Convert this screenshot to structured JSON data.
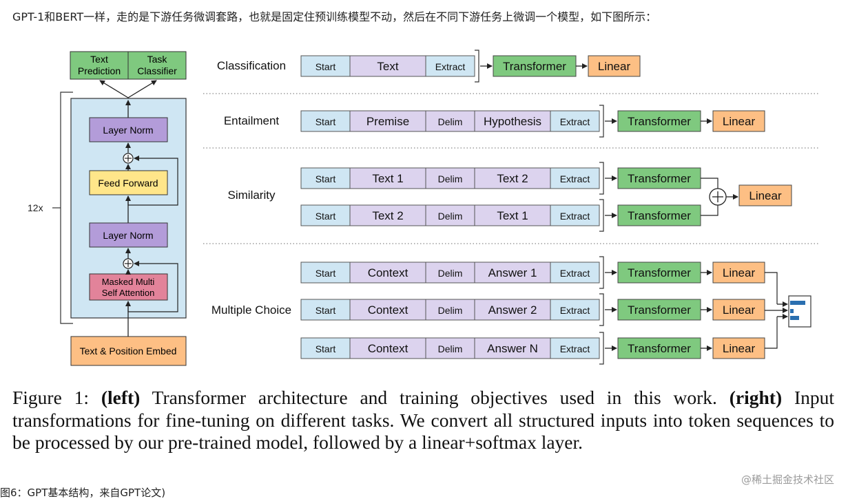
{
  "intro_text": "GPT-1和BERT一样，走的是下游任务微调套路，也就是固定住预训练模型不动，然后在不同下游任务上微调一个模型，如下图所示：",
  "figure_label": "图6：GPT基本结构，来自GPT论文)",
  "watermark": "@稀土掘金技术社区",
  "caption": {
    "figure_no": "Figure 1:",
    "left_bold": "(left)",
    "left_text": "Transformer architecture and training objectives used in this work.",
    "right_bold": "(right)",
    "right_text": "Input transformations for fine-tuning on different tasks.  We convert all structured inputs into token sequences to be processed by our pre-trained model, followed by a linear+softmax layer."
  },
  "architecture": {
    "outputs": [
      "Text Prediction",
      "Task Classifier"
    ],
    "repeat": "12x",
    "layer_norm_top": "Layer Norm",
    "feed_forward": "Feed Forward",
    "layer_norm_bottom": "Layer Norm",
    "attention": "Masked Multi Self Attention",
    "embed": "Text & Position Embed"
  },
  "tasks": {
    "classification": {
      "label": "Classification",
      "tokens": [
        "Start",
        "Text",
        "Extract"
      ]
    },
    "entailment": {
      "label": "Entailment",
      "tokens": [
        "Start",
        "Premise",
        "Delim",
        "Hypothesis",
        "Extract"
      ]
    },
    "similarity": {
      "label": "Similarity",
      "rows": [
        [
          "Start",
          "Text 1",
          "Delim",
          "Text 2",
          "Extract"
        ],
        [
          "Start",
          "Text 2",
          "Delim",
          "Text 1",
          "Extract"
        ]
      ]
    },
    "multiple_choice": {
      "label": "Multiple Choice",
      "rows": [
        [
          "Start",
          "Context",
          "Delim",
          "Answer 1",
          "Extract"
        ],
        [
          "Start",
          "Context",
          "Delim",
          "Answer 2",
          "Extract"
        ],
        [
          "Start",
          "Context",
          "Delim",
          "Answer N",
          "Extract"
        ]
      ]
    },
    "transformer_label": "Transformer",
    "linear_label": "Linear"
  },
  "colors": {
    "green": "#7fc97f",
    "blue": "#cfe6f3",
    "purple": "#b39cd9",
    "lavender": "#dcd3ee",
    "yellow": "#ffe68a",
    "pink": "#e2839a",
    "orange": "#fdbf84"
  }
}
